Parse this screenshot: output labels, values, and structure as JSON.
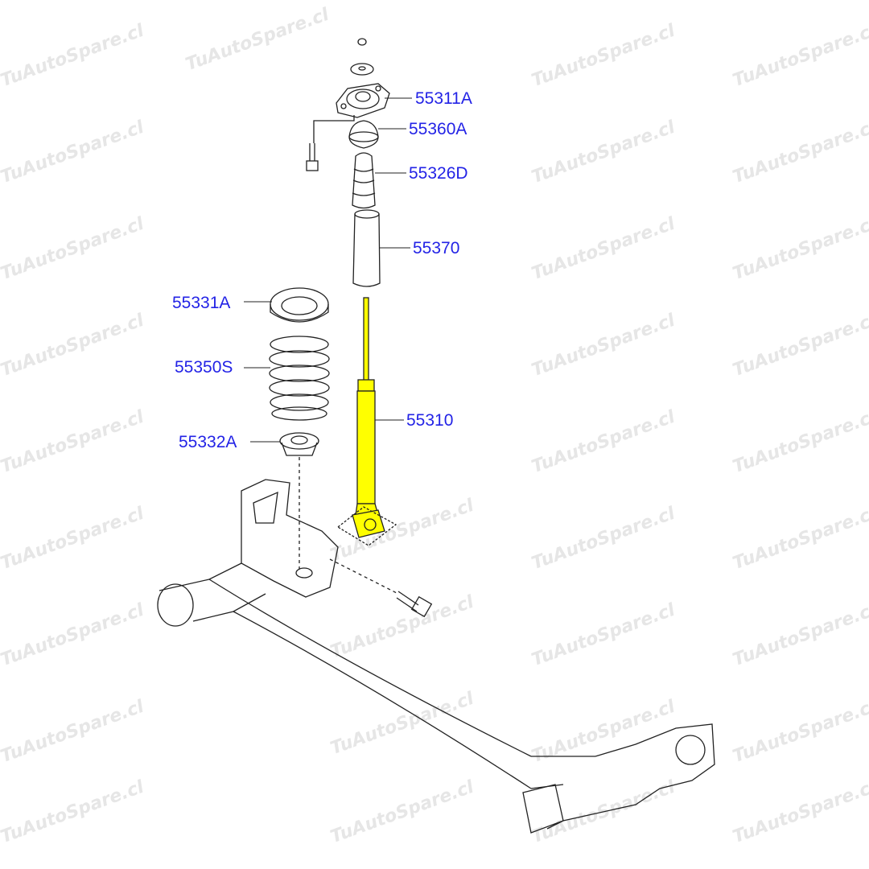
{
  "watermark": "TuAutoSpare.cl",
  "highlight_color": "#ffff00",
  "label_color": "#2323e6",
  "parts": {
    "p55311A": "55311A",
    "p55360A": "55360A",
    "p55326D": "55326D",
    "p55370": "55370",
    "p55331A": "55331A",
    "p55350S": "55350S",
    "p55332A": "55332A",
    "p55310": "55310"
  }
}
